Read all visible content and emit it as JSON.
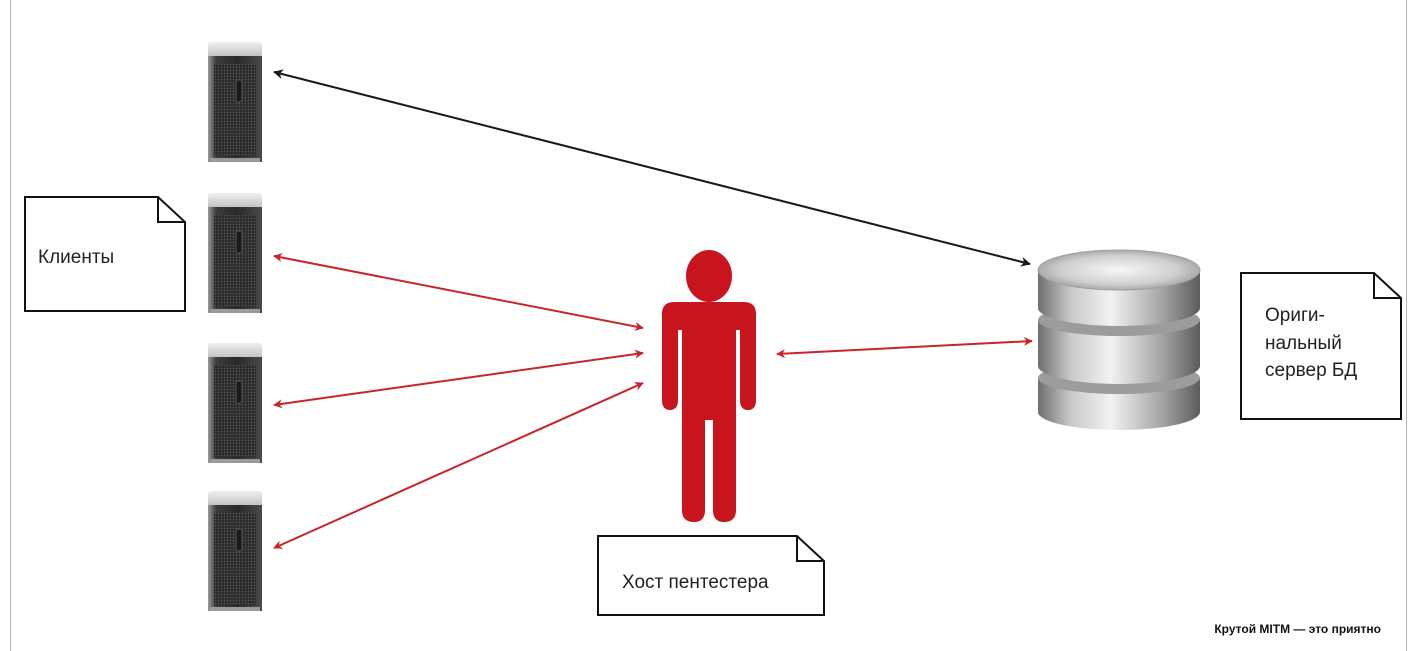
{
  "notes": {
    "clients": "Клиенты",
    "pentester_host": "Хост пентестера",
    "original_db_server_lines": [
      "Ориги-",
      "нальный",
      "сервер БД"
    ]
  },
  "caption": "Крутой MITM — это приятно",
  "colors": {
    "red_arrow": "#c8242b",
    "black_arrow": "#1a1a1a",
    "person": "#c8151d"
  },
  "icons": {
    "client": "server-tower-icon",
    "pentester": "person-icon",
    "database": "database-icon"
  }
}
